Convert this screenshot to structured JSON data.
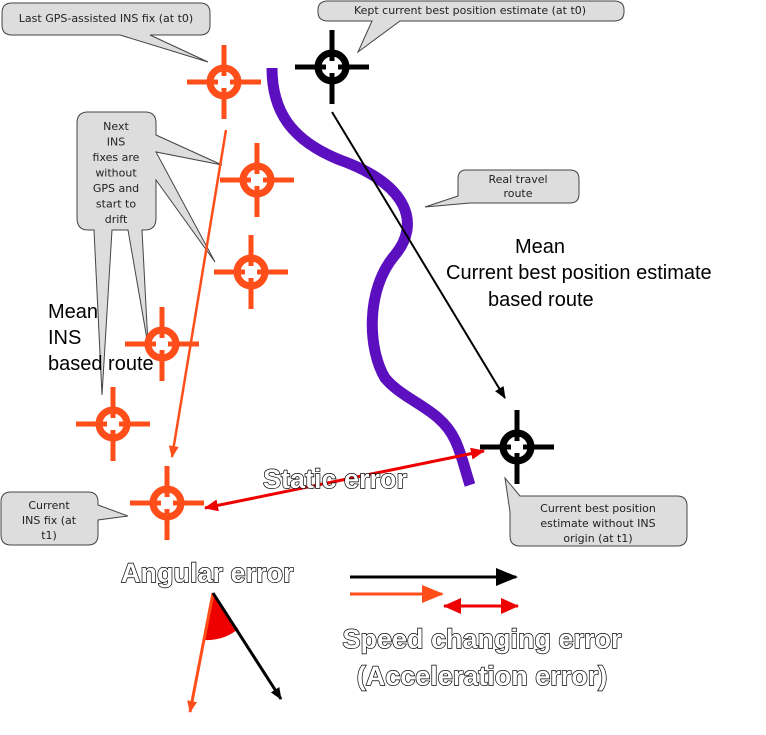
{
  "colors": {
    "ins_marker": "#ff4e1a",
    "best_marker": "#000000",
    "real_route": "#5b0fbf",
    "ins_route": "#ff4e1a",
    "static_error": "#ee0000",
    "callout_fill": "#dddddd",
    "callout_stroke": "#444444"
  },
  "icons": {
    "ins_fix": "crosshair-icon",
    "best_estimate": "crosshair-icon"
  },
  "callouts": {
    "last_gps_fix": [
      "Last GPS-assisted INS fix (at t0)"
    ],
    "kept_best": [
      "Kept current best position estimate (at t0)"
    ],
    "next_ins": [
      "Next",
      "INS",
      "fixes are",
      "without",
      "GPS and",
      "start to",
      "drift"
    ],
    "real_route": [
      "Real travel",
      "route"
    ],
    "current_ins": [
      "Current",
      "INS fix (at",
      "t1)"
    ],
    "current_best": [
      "Current best position",
      "estimate without INS",
      "origin (at t1)"
    ]
  },
  "labels": {
    "mean_best": [
      "Mean",
      "Current best position estimate",
      "based route"
    ],
    "mean_ins": [
      "Mean",
      "INS",
      "based route"
    ],
    "static_error": "Static error",
    "angular_error": "Angular error",
    "speed_error": [
      "Speed changing error",
      "(Acceleration error)"
    ]
  }
}
